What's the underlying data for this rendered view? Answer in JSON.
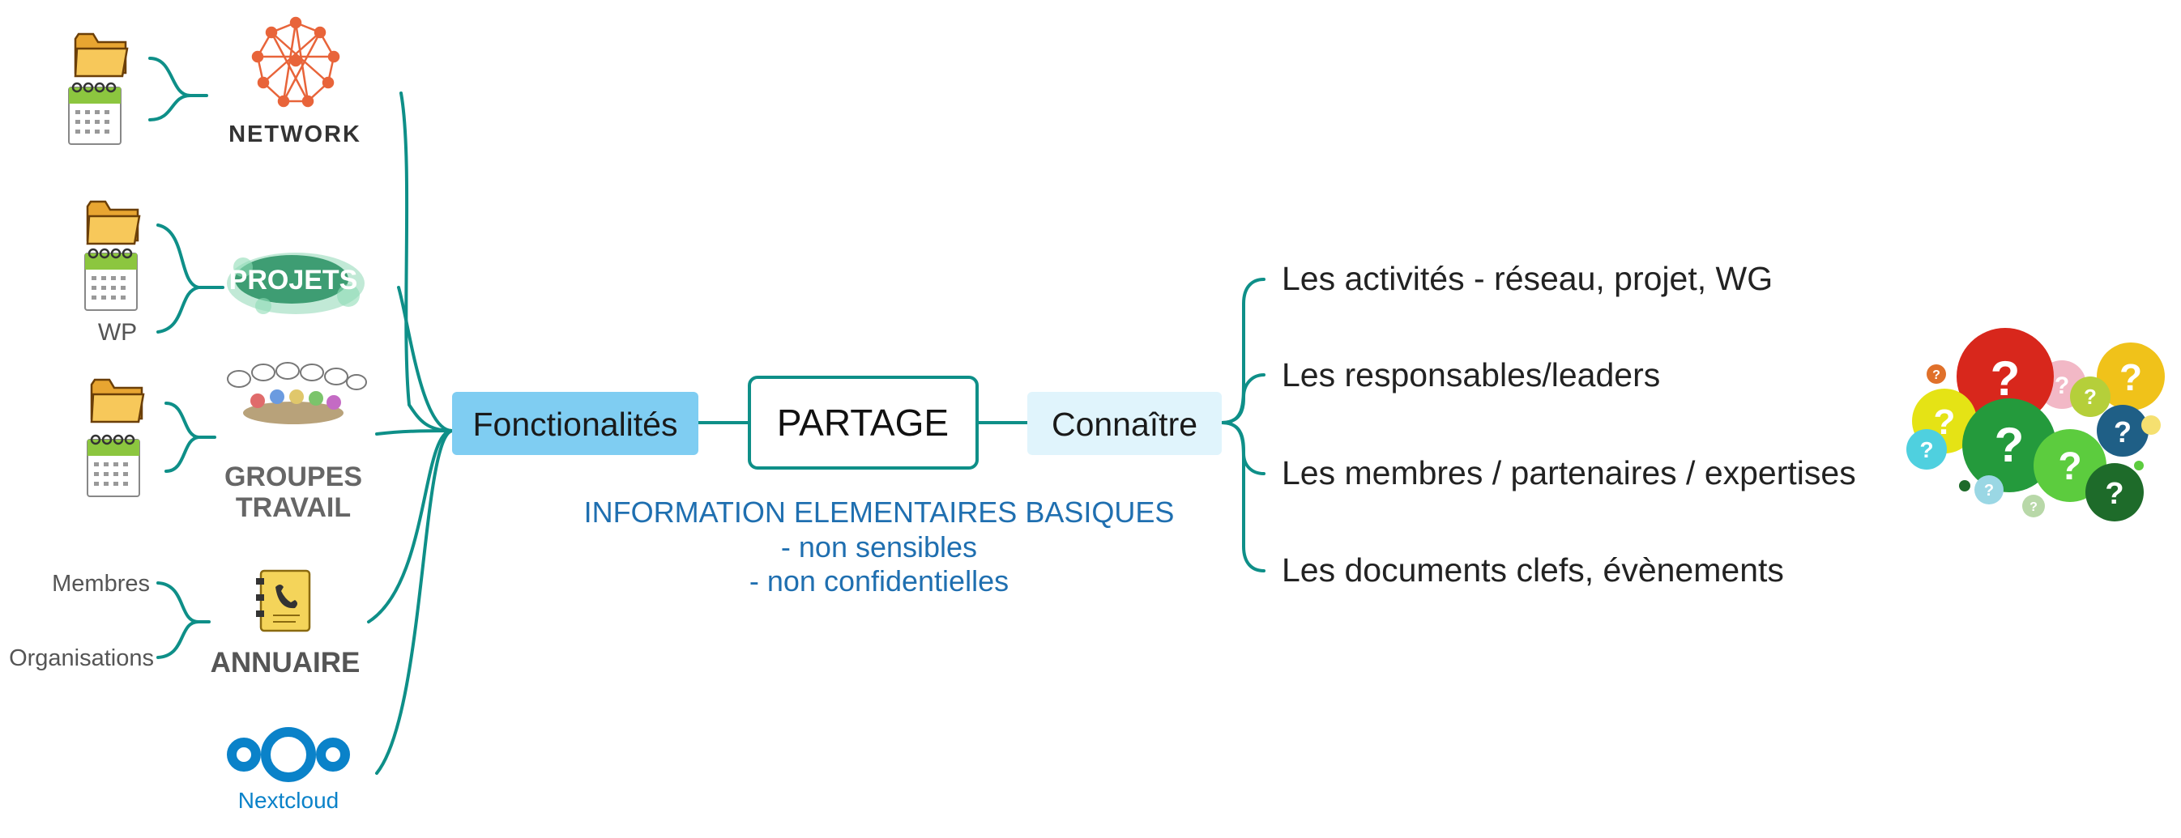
{
  "center": {
    "label": "PARTAGE"
  },
  "left_branch": {
    "label": "Fonctionalités",
    "items": [
      {
        "label": "NETWORK"
      },
      {
        "label": "PROJETS",
        "sub": [
          "WP"
        ]
      },
      {
        "label_lines": [
          "GROUPES",
          "TRAVAIL"
        ]
      },
      {
        "label": "ANNUAIRE",
        "sub": [
          "Membres",
          "Organisations"
        ]
      },
      {
        "label": "Nextcloud"
      }
    ]
  },
  "right_branch": {
    "label": "Connaître",
    "items": [
      "Les activités - réseau, projet, WG",
      "Les responsables/leaders",
      "Les membres / partenaires / expertises",
      "Les documents clefs, évènements"
    ]
  },
  "note": {
    "lines": [
      "INFORMATION ELEMENTAIRES BASIQUES",
      "- non sensibles",
      "- non confidentielles"
    ]
  },
  "colors": {
    "connector": "#0e8f88",
    "left_box_fill": "#7fcdf2",
    "right_box_fill": "#e0f4fc",
    "center_border": "#0e8f88",
    "note_text": "#1f6fb0",
    "nextcloud_blue": "#0a82c9"
  },
  "icons": [
    "folder-icon",
    "calendar-icon",
    "network-logo-icon",
    "projets-logo-icon",
    "meeting-icon",
    "address-book-icon",
    "nextcloud-logo-icon",
    "question-bubbles-icon"
  ]
}
